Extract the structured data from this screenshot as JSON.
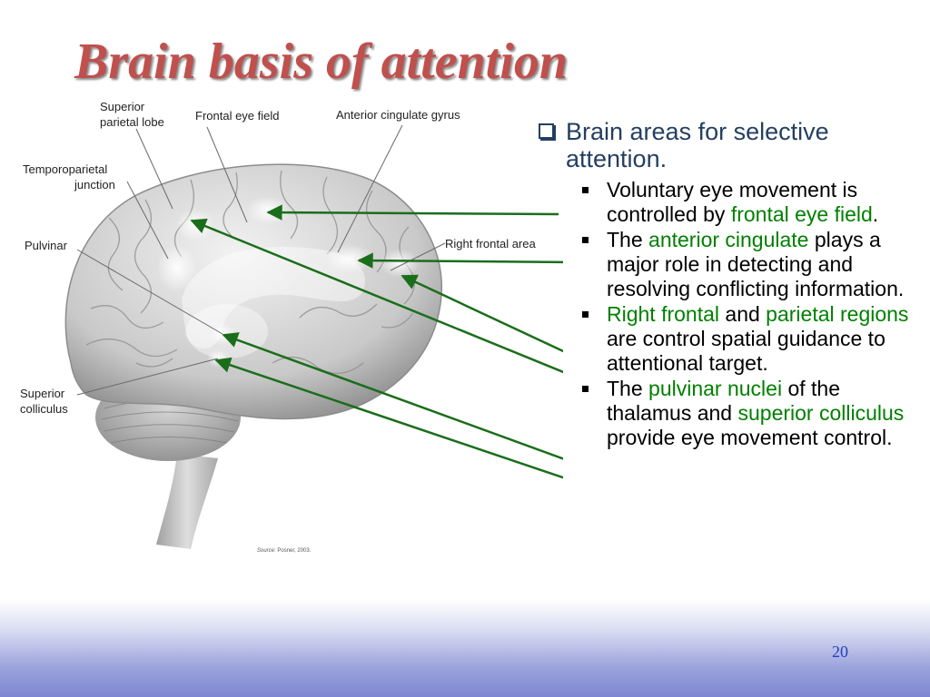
{
  "slide": {
    "title": "Brain basis of attention",
    "page_number": "20"
  },
  "figure": {
    "labels": {
      "superior_parietal_line1": "Superior",
      "superior_parietal_line2": "parietal lobe",
      "frontal_eye_field": "Frontal eye field",
      "anterior_cingulate_gyrus": "Anterior cingulate gyrus",
      "temporoparietal_line1": "Temporoparietal",
      "temporoparietal_line2": "junction",
      "pulvinar": "Pulvinar",
      "right_frontal_area": "Right frontal area",
      "superior_colliculus_line1": "Superior",
      "superior_colliculus_line2": "colliculus"
    },
    "source_label": "Source",
    "source_text": ": Posner, 2003."
  },
  "bullets": {
    "main": "Brain areas for selective attention.",
    "sub1": {
      "a": "Voluntary eye movement is controlled by ",
      "b": "frontal eye field",
      "c": "."
    },
    "sub2": {
      "a": "The ",
      "b": "anterior cingulate",
      "c": " plays a major role in detecting and resolving conflicting information."
    },
    "sub3": {
      "a": "Right frontal",
      "b": " and ",
      "c": "parietal regions",
      "d": " are control spatial guidance to attentional target."
    },
    "sub4": {
      "a": "The ",
      "b": "pulvinar nuclei",
      "c": " of the thalamus and ",
      "d": "superior colliculus",
      "e": " provide eye movement control."
    }
  },
  "colors": {
    "title": "#c0504d",
    "highlight": "#008000",
    "arrow": "#1a6e1a",
    "bullet_main": "#243f60"
  }
}
